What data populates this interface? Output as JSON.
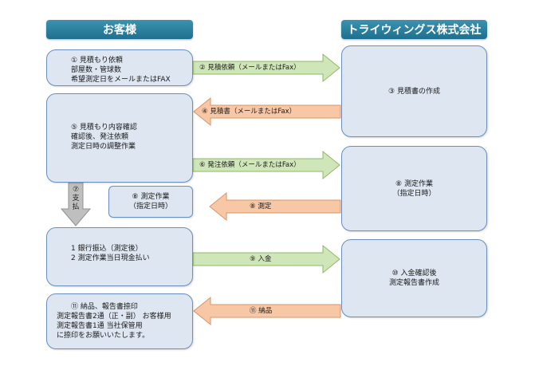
{
  "headers": {
    "customer": "お客様",
    "company": "トライウィングス株式会社"
  },
  "left_boxes": {
    "b1": [
      "① 見積もり依頼",
      "部屋数・管球数",
      "希望測定日をメールまたはFAX"
    ],
    "b5": [
      "⑤ 見積もり内容確認",
      "確認後、発注依頼",
      "測定日時の調整作業"
    ],
    "b8": [
      "⑧ 測定作業",
      "（指定日時）"
    ],
    "b9": [
      "1 銀行振込（測定後）",
      "2 測定作業当日現金払い"
    ],
    "b11": [
      "⑪ 納品、報告書捺印",
      "測定報告書2通（正・副） お客様用",
      "測定報告書1通 当社保管用",
      "に捺印をお願いいたします。"
    ]
  },
  "right_boxes": {
    "b3": [
      "③ 見積書の作成"
    ],
    "b8": [
      "⑧ 測定作業",
      "（指定日時）"
    ],
    "b10": [
      "⑩ 入金確認後",
      "測定報告書作成"
    ]
  },
  "arrows": {
    "a2": "② 見積依頼（メールまたはFax）",
    "a4": "④ 見積書（メールまたはFax）",
    "a6": "⑥ 発注依頼（メールまたはFax）",
    "a8": "⑧ 測定",
    "a9": "⑨ 入金",
    "a11": "⑪ 納品",
    "a7_num": "⑦",
    "a7_text": [
      "支",
      "払"
    ]
  },
  "colors": {
    "green_arrow": "#cfe6b8",
    "orange_arrow": "#f7c7a6",
    "box_fill": "#dde6f1",
    "header_fill": "#2a7f9e"
  }
}
